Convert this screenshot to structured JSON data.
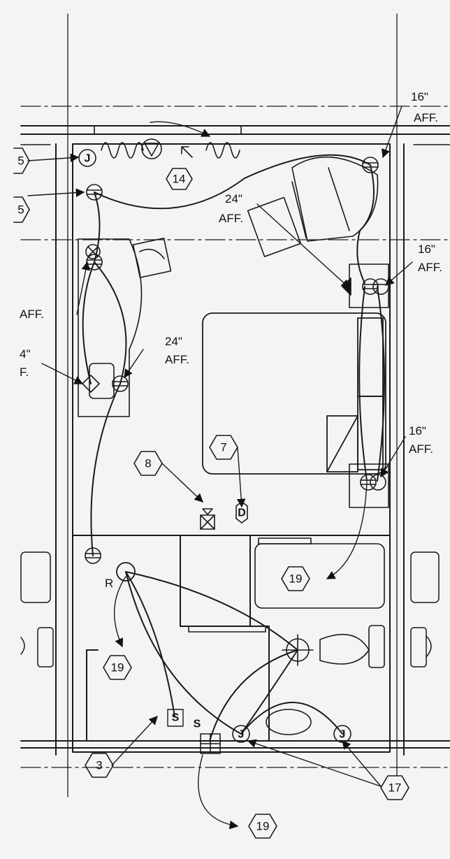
{
  "labels": {
    "aff_16_top": [
      "16\"",
      "AFF."
    ],
    "aff_24_chair": [
      "24\"",
      "AFF."
    ],
    "aff_16_mid": [
      "16\"",
      "AFF."
    ],
    "aff_left": [
      "AFF."
    ],
    "aff_24_desk": [
      "24\"",
      "AFF."
    ],
    "aff_partial": [
      "4\"",
      "F."
    ],
    "aff_16_low": [
      "16\"",
      "AFF."
    ],
    "r_label": "R"
  },
  "tags": {
    "t14": "14",
    "t7": "7",
    "t8": "8",
    "t19_tub": "19",
    "t19_left": "19",
    "t3": "3",
    "t17": "17",
    "t19_bottom": "19",
    "t5_a": "5",
    "t5_b": "5"
  },
  "symbols": {
    "junction": "J",
    "duct_detector": "D",
    "switch": "S"
  }
}
